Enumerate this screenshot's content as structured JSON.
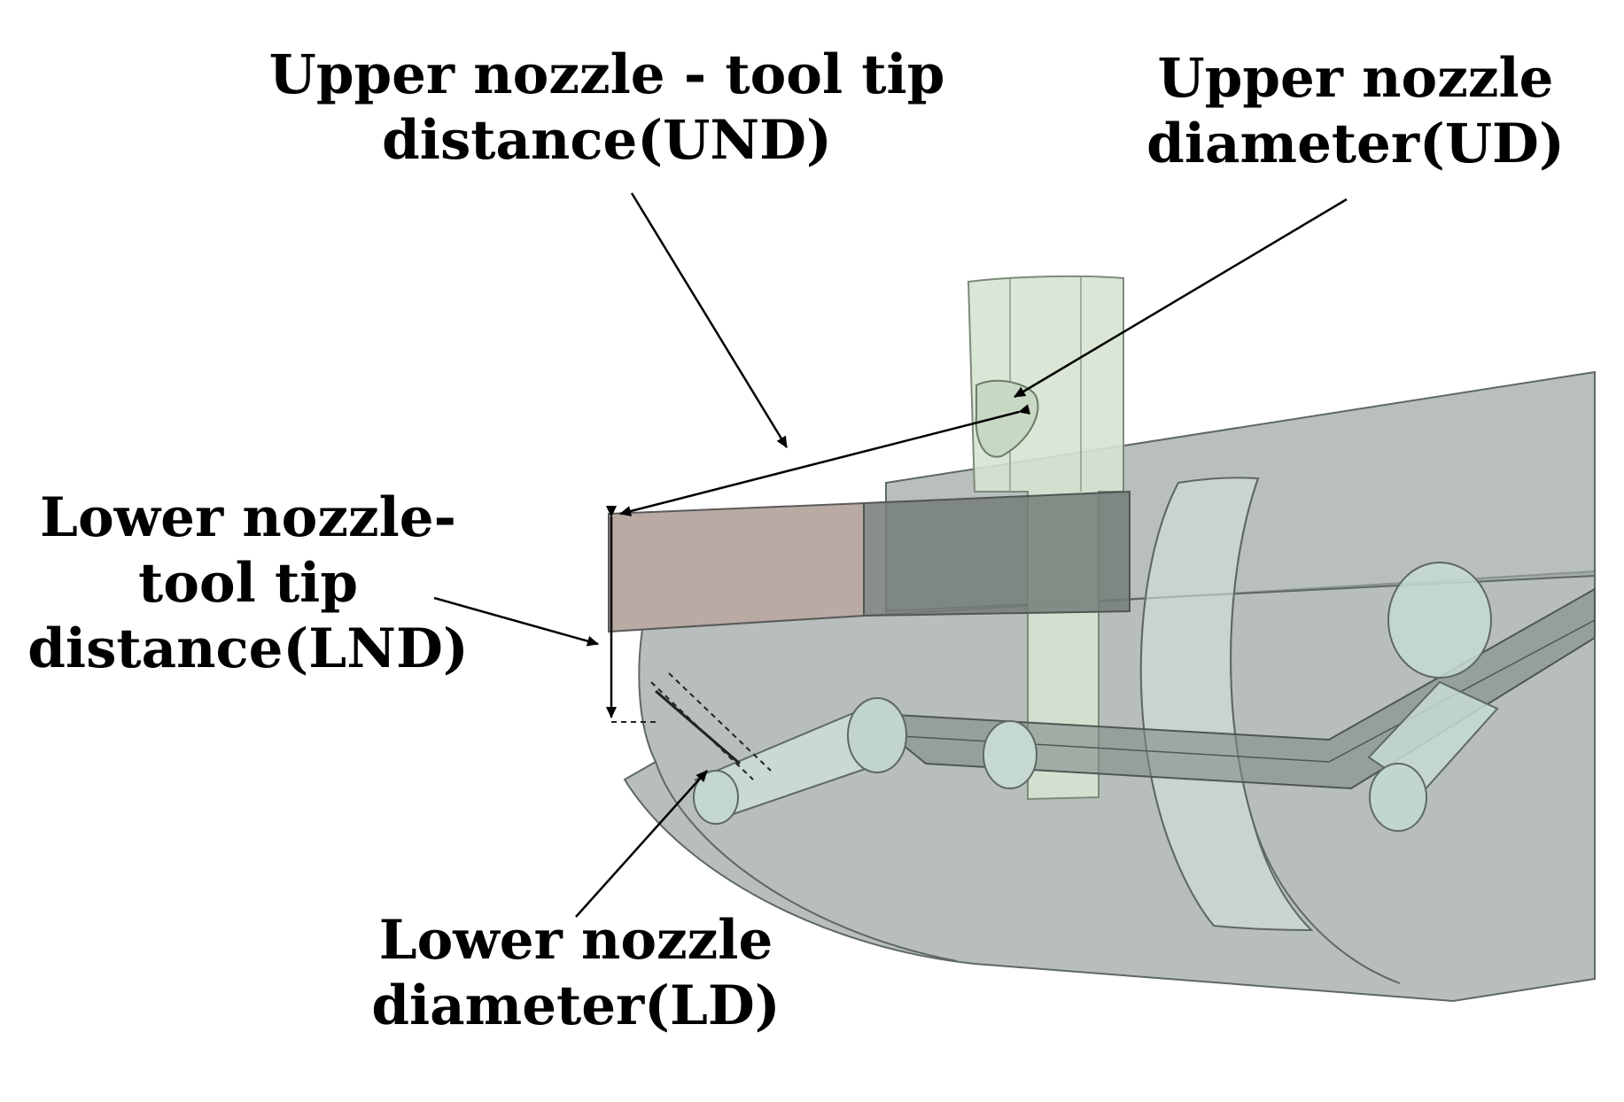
{
  "labels": {
    "und": {
      "line1": "Upper nozzle - tool tip",
      "line2": "distance(UND)"
    },
    "ud": {
      "line1": "Upper nozzle",
      "line2": "diameter(UD)"
    },
    "lnd": {
      "line1": "Lower nozzle-",
      "line2": "tool tip",
      "line3": "distance(LND)"
    },
    "ld": {
      "line1": "Lower nozzle",
      "line2": "diameter(LD)"
    }
  },
  "colors": {
    "background": "#ffffff",
    "text": "#000000",
    "tool_body": "#a3aca6",
    "tool_insert": "#bdaea8",
    "nozzle_tube": "#d9e5d4",
    "nozzle_channel": "#c2d6cf",
    "edge": "#606a66"
  }
}
